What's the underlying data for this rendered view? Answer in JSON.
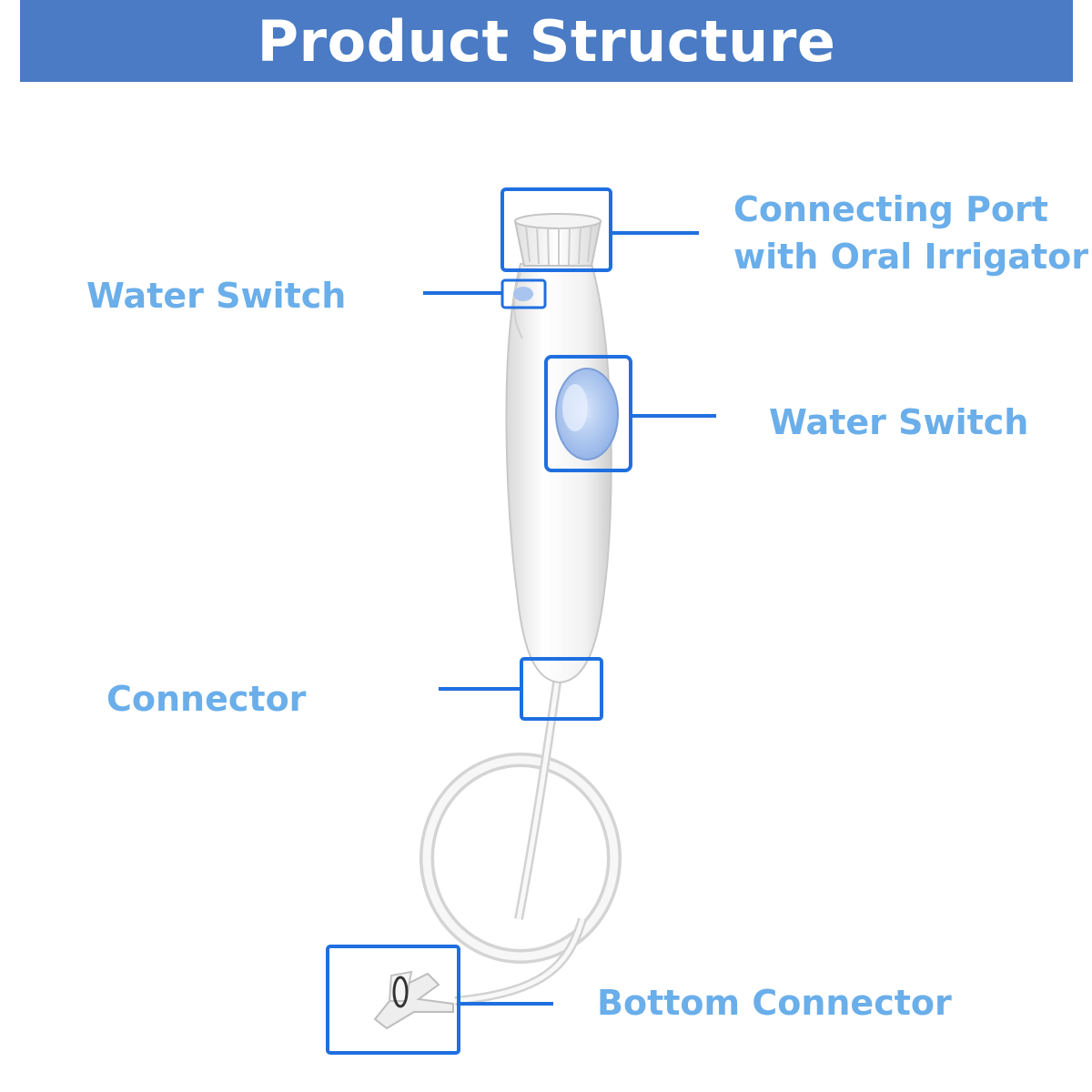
{
  "header": {
    "title": "Product Structure"
  },
  "labels": {
    "connecting_port_line1": "Connecting Port",
    "connecting_port_line2": "with Oral Irrigator",
    "water_switch_left": "Water Switch",
    "water_switch_right": "Water Switch",
    "connector": "Connector",
    "bottom_connector": "Bottom Connector"
  },
  "colors": {
    "banner": "#4a7bc4",
    "label_text": "#6aaeea",
    "callout": "#1f6fe0"
  }
}
